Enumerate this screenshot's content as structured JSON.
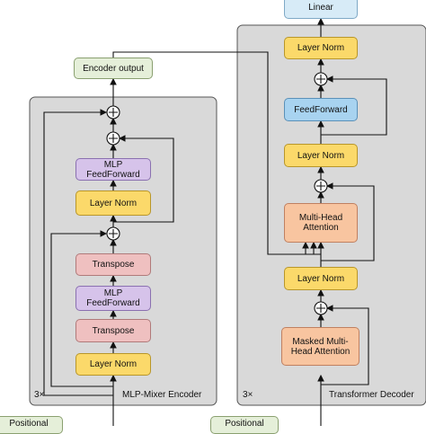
{
  "encoder": {
    "title": "MLP-Mixer Encoder",
    "repeat": "3×",
    "blocks": {
      "layer_norm_1": "Layer Norm",
      "transpose_1": "Transpose",
      "mlp_1": "MLP\nFeedForward",
      "transpose_2": "Transpose",
      "layer_norm_2": "Layer Norm",
      "mlp_2": "MLP\nFeedForward"
    }
  },
  "encoder_output": "Encoder output",
  "decoder": {
    "title": "Transformer Decoder",
    "repeat": "3×",
    "blocks": {
      "masked_attention": "Masked Multi-\nHead Attention",
      "layer_norm_1": "Layer Norm",
      "multi_head_attention": "Multi-Head\nAttention",
      "layer_norm_2": "Layer Norm",
      "feedforward": "FeedForward",
      "layer_norm_3": "Layer Norm"
    }
  },
  "linear": "Linear",
  "positional_left": "Positional",
  "positional_right": "Positional",
  "colors": {
    "layer_norm": "#fbd96a",
    "mlp": "#d6c3ea",
    "transpose": "#efc0c0",
    "feedforward": "#a8d3f0",
    "attention": "#f8c5a0",
    "panel": "#d9d9d9"
  }
}
